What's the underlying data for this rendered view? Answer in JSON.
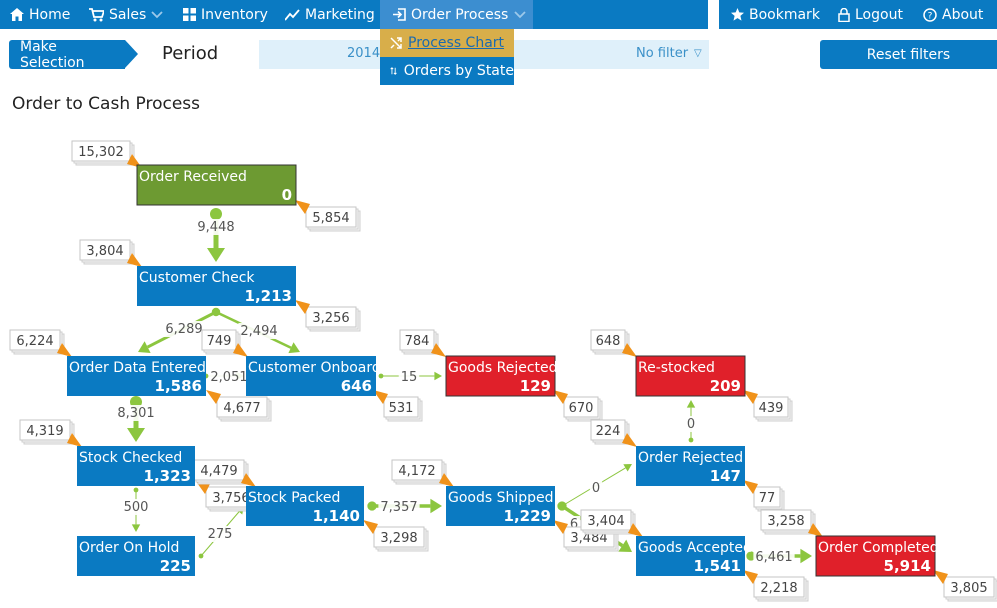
{
  "nav": {
    "left": [
      {
        "label": "Home",
        "icon": "home-icon"
      },
      {
        "label": "Sales",
        "icon": "cart-icon",
        "dropdown": true
      },
      {
        "label": "Inventory",
        "icon": "grid-icon"
      },
      {
        "label": "Marketing",
        "icon": "trend-icon"
      },
      {
        "label": "Order Process",
        "icon": "signin-icon",
        "dropdown": true,
        "active": true
      }
    ],
    "right": [
      {
        "label": "Bookmark",
        "icon": "star-icon"
      },
      {
        "label": "Logout",
        "icon": "lock-icon"
      },
      {
        "label": "About",
        "icon": "help-icon"
      }
    ],
    "dropdown": [
      {
        "label": "Process Chart",
        "icon": "shuffle-icon"
      },
      {
        "label": "Orders by State",
        "icon": "sort-icon"
      }
    ]
  },
  "filters": {
    "make_selection": "Make Selection",
    "period_label": "Period",
    "period_value": "2014",
    "period_filter": "No filter",
    "reset": "Reset filters"
  },
  "page": {
    "title": "Order to Cash Process"
  },
  "colors": {
    "nav": "#0a7ac2",
    "node_blue": "#0a7ac2",
    "node_green": "#6d9a32",
    "node_red": "#e0202a",
    "edge": "#8cc63f",
    "tag_arrow": "#f0921a"
  },
  "process": {
    "nodes": [
      {
        "id": "received",
        "name": "Order Received",
        "value": "0",
        "in_tag": "15,302",
        "out_tag": "5,854",
        "color": "green"
      },
      {
        "id": "check",
        "name": "Customer Check",
        "value": "1,213",
        "in_tag": "3,804",
        "out_tag": "3,256",
        "color": "blue"
      },
      {
        "id": "entered",
        "name": "Order Data Entered",
        "value": "1,586",
        "in_tag": "6,224",
        "out_tag": "4,677",
        "color": "blue"
      },
      {
        "id": "onboard",
        "name": "Customer Onboard",
        "value": "646",
        "in_tag": "749",
        "out_tag": "531",
        "color": "blue"
      },
      {
        "id": "rejected_goods",
        "name": "Goods Rejected",
        "value": "129",
        "in_tag": "784",
        "out_tag": "670",
        "color": "red"
      },
      {
        "id": "restocked",
        "name": "Re-stocked",
        "value": "209",
        "in_tag": "648",
        "out_tag": "439",
        "color": "red"
      },
      {
        "id": "stock_checked",
        "name": "Stock Checked",
        "value": "1,323",
        "in_tag": "4,319",
        "out_tag": "3,756",
        "color": "blue"
      },
      {
        "id": "on_hold",
        "name": "Order On Hold",
        "value": "225",
        "in_tag": "",
        "out_tag": "",
        "color": "blue"
      },
      {
        "id": "packed",
        "name": "Stock Packed",
        "value": "1,140",
        "in_tag": "4,479",
        "out_tag": "3,298",
        "color": "blue"
      },
      {
        "id": "shipped",
        "name": "Goods Shipped",
        "value": "1,229",
        "in_tag": "4,172",
        "out_tag": "3,484",
        "color": "blue"
      },
      {
        "id": "order_rejected",
        "name": "Order Rejected",
        "value": "147",
        "in_tag": "224",
        "out_tag": "77",
        "color": "blue"
      },
      {
        "id": "accepted",
        "name": "Goods Accepted",
        "value": "1,541",
        "in_tag": "3,404",
        "out_tag": "2,218",
        "color": "blue"
      },
      {
        "id": "completed",
        "name": "Order Completed",
        "value": "5,914",
        "in_tag": "3,258",
        "out_tag": "3,805",
        "color": "red"
      }
    ],
    "edges": [
      {
        "from": "received",
        "to": "check",
        "label": "9,448"
      },
      {
        "from": "check",
        "to": "entered",
        "label": "6,289"
      },
      {
        "from": "check",
        "to": "onboard",
        "label": "2,494"
      },
      {
        "from": "entered",
        "to": "onboard",
        "label": "2,051"
      },
      {
        "from": "onboard",
        "to": "rejected_goods",
        "label": "15"
      },
      {
        "from": "entered",
        "to": "stock_checked",
        "label": "8,301"
      },
      {
        "from": "stock_checked",
        "to": "on_hold",
        "label": "500"
      },
      {
        "from": "on_hold",
        "to": "packed",
        "label": "275"
      },
      {
        "from": "packed",
        "to": "shipped",
        "label": "7,357"
      },
      {
        "from": "shipped",
        "to": "order_rejected",
        "label": "0"
      },
      {
        "from": "shipped",
        "to": "accepted",
        "label": "6"
      },
      {
        "from": "order_rejected",
        "to": "restocked",
        "label": "0"
      },
      {
        "from": "accepted",
        "to": "completed",
        "label": "6,461"
      }
    ]
  }
}
